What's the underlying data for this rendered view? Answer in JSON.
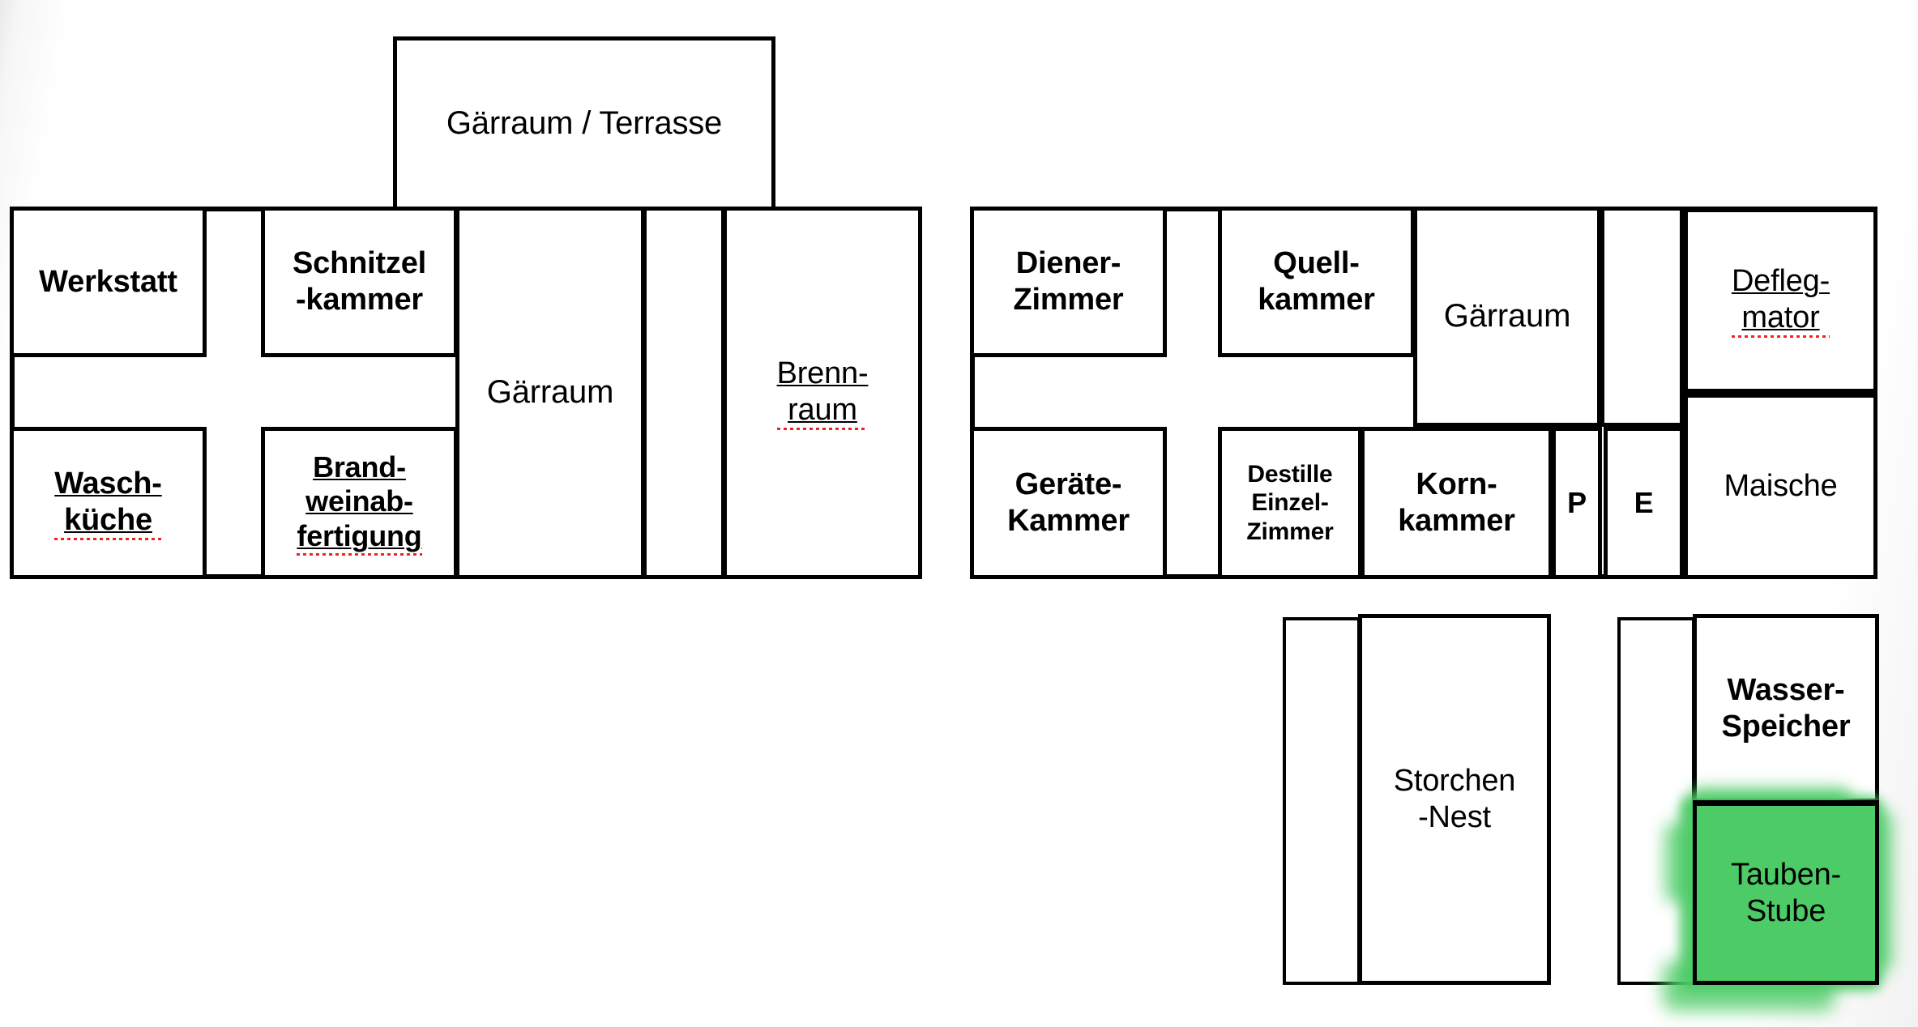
{
  "document": {
    "kind": "architectural-floor-plan",
    "language": "de",
    "background_color": "#ffffff",
    "wall_color": "#000000",
    "highlight_color": "#4ccb66",
    "spellcheck_underline_color": "#ef2222"
  },
  "buildings": {
    "left": {
      "name": "left-building",
      "annex": {
        "label": "Gärraum / Terrasse",
        "spellchecked": false
      },
      "rooms": [
        {
          "label": "Werkstatt",
          "spellchecked": false
        },
        {
          "label": "Schnitzel\n-kammer",
          "spellchecked": false
        },
        {
          "label": "Gärraum",
          "spellchecked": false
        },
        {
          "label": "Brenn-\nraum",
          "spellchecked": true
        },
        {
          "label": "Wasch-\nküche",
          "spellchecked": true
        },
        {
          "label": "Brand-\nweinab-\nfertigung",
          "spellchecked": true
        }
      ]
    },
    "right": {
      "name": "right-building",
      "rooms": [
        {
          "label": "Diener-\nZimmer",
          "spellchecked": false
        },
        {
          "label": "Quell-\nkammer",
          "spellchecked": false
        },
        {
          "label": "Gärraum",
          "spellchecked": false
        },
        {
          "label": "Defleg-\nmator",
          "spellchecked": true
        },
        {
          "label": "Maische",
          "spellchecked": false
        },
        {
          "label": "Geräte-\nKammer",
          "spellchecked": false
        },
        {
          "label": "Destille\nEinzel-\nZimmer",
          "spellchecked": false
        },
        {
          "label": "Korn-\nkammer",
          "spellchecked": false
        },
        {
          "label": "P",
          "spellchecked": false
        },
        {
          "label": "E",
          "spellchecked": false
        }
      ]
    },
    "lower_left": {
      "name": "storchen-nest-building",
      "rooms": [
        {
          "label": "",
          "spellchecked": false
        },
        {
          "label": "Storchen\n-Nest",
          "spellchecked": false
        }
      ]
    },
    "lower_right": {
      "name": "wasser-speicher-building",
      "rooms": [
        {
          "label": "",
          "spellchecked": false
        },
        {
          "label": "Wasser-\nSpeicher",
          "spellchecked": false
        },
        {
          "label": "Tauben-\nStube",
          "spellchecked": false,
          "highlighted": true
        }
      ]
    }
  }
}
